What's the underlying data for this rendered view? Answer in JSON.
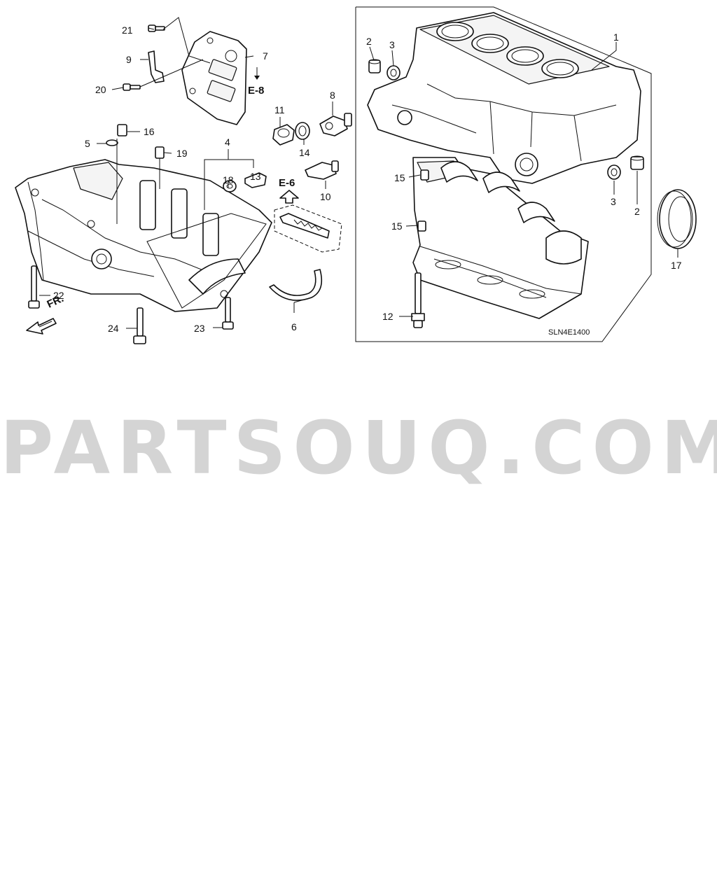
{
  "watermark": "PARTSOUQ.COM",
  "diagram_code": "SLN4E1400",
  "front_marker": "FR.",
  "references": {
    "e8": "E-8",
    "e6": "E-6"
  },
  "callouts": {
    "c1": "1",
    "c2a": "2",
    "c2b": "2",
    "c3a": "3",
    "c3b": "3",
    "c4": "4",
    "c5": "5",
    "c6": "6",
    "c7": "7",
    "c8": "8",
    "c9": "9",
    "c10": "10",
    "c11": "11",
    "c12": "12",
    "c13": "13",
    "c14": "14",
    "c15a": "15",
    "c15b": "15",
    "c16": "16",
    "c17": "17",
    "c18": "18",
    "c19": "19",
    "c20": "20",
    "c21": "21",
    "c22": "22",
    "c23": "23",
    "c24": "24"
  }
}
